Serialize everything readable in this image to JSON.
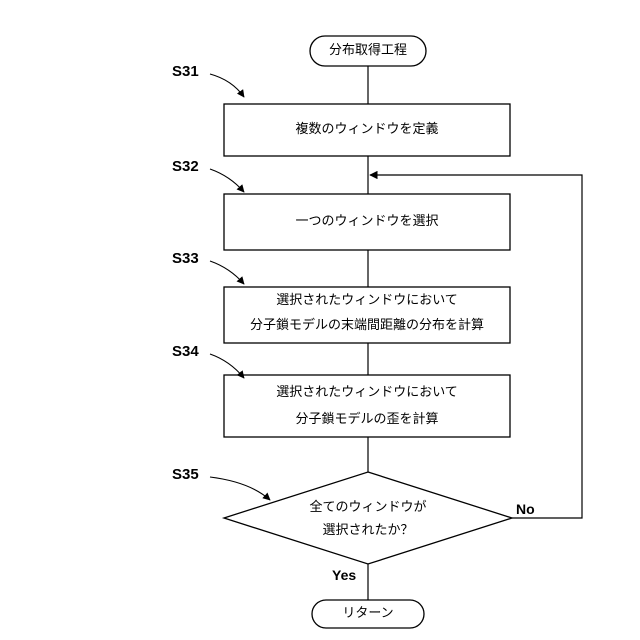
{
  "flowchart": {
    "start": "分布取得工程",
    "end": "リターン",
    "steps": [
      {
        "id": "S31",
        "lines": [
          "複数のウィンドウを定義"
        ]
      },
      {
        "id": "S32",
        "lines": [
          "一つのウィンドウを選択"
        ]
      },
      {
        "id": "S33",
        "lines": [
          "選択されたウィンドウにおいて",
          "分子鎖モデルの末端間距離の分布を計算"
        ]
      },
      {
        "id": "S34",
        "lines": [
          "選択されたウィンドウにおいて",
          "分子鎖モデルの歪を計算"
        ]
      }
    ],
    "decision": {
      "id": "S35",
      "lines": [
        "全てのウィンドウが",
        "選択されたか？"
      ]
    },
    "yes_label": "Yes",
    "no_label": "No"
  }
}
